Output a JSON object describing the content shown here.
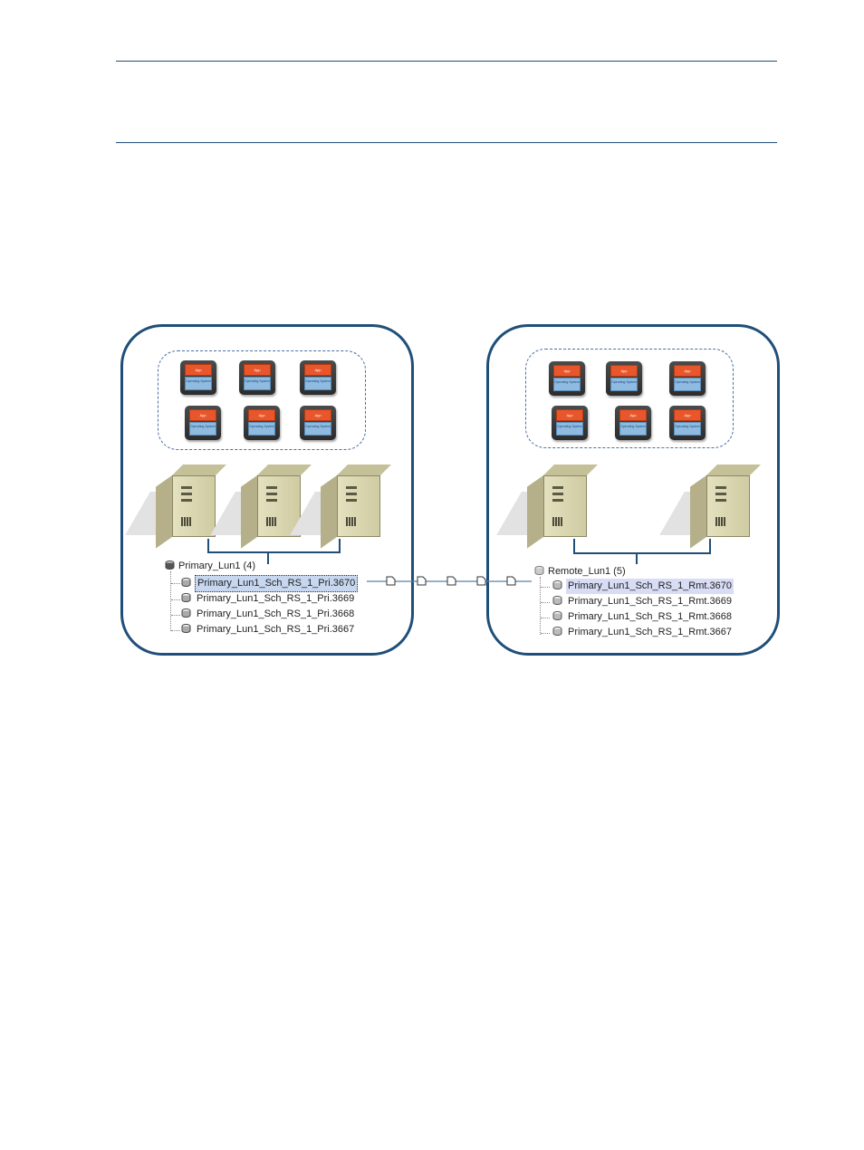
{
  "primary_site": {
    "vm_app_label": "App",
    "vm_os_label": "Operating System",
    "lun_label": "Primary_Lun1 (4)",
    "snapshots": [
      "Primary_Lun1_Sch_RS_1_Pri.3670",
      "Primary_Lun1_Sch_RS_1_Pri.3669",
      "Primary_Lun1_Sch_RS_1_Pri.3668",
      "Primary_Lun1_Sch_RS_1_Pri.3667"
    ]
  },
  "remote_site": {
    "vm_app_label": "App",
    "vm_os_label": "Operating System",
    "lun_label": "Remote_Lun1 (5)",
    "snapshots": [
      "Primary_Lun1_Sch_RS_1_Rmt.3670",
      "Primary_Lun1_Sch_RS_1_Rmt.3669",
      "Primary_Lun1_Sch_RS_1_Rmt.3668",
      "Primary_Lun1_Sch_RS_1_Rmt.3667"
    ]
  },
  "colors": {
    "site_border": "#1f4e79",
    "vm_app": "#e9562b",
    "vm_os": "#8fbbe0",
    "selection": "#c7d7ef"
  }
}
